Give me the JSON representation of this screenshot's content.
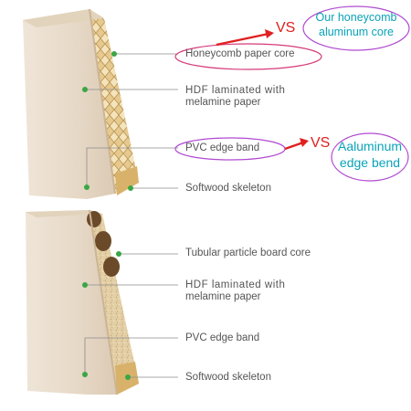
{
  "door_top": {
    "labels": {
      "honeycomb_core": "Honeycomb paper core",
      "hdf_line1": "HDF laminated with",
      "hdf_line2": "melamine paper",
      "pvc_edge": "PVC edge band",
      "softwood": "Softwood skeleton"
    }
  },
  "door_bottom": {
    "labels": {
      "tubular_core": "Tubular particle board core",
      "hdf_line1": "HDF laminated with",
      "hdf_line2": "melamine paper",
      "pvc_edge": "PVC edge band",
      "softwood": "Softwood skeleton"
    }
  },
  "comparison": {
    "vs_label": "VS",
    "core_line1": "Our honeycomb",
    "core_line2": "aluminum core",
    "edge_line1": "Aaluminum",
    "edge_line2": "edge bend"
  },
  "colors": {
    "door_face": "#e9dccd",
    "door_edge": "#d6c2a4",
    "softwood": "#d8b26a",
    "particle_board": "#e3cfa6",
    "label_text": "#555555",
    "leader_line": "#8c8c8c",
    "marker_dot": "#3aa645",
    "highlight_oval": "#d63a7a",
    "vs_red": "#e02020",
    "comparison_text": "#0aa3b8"
  }
}
